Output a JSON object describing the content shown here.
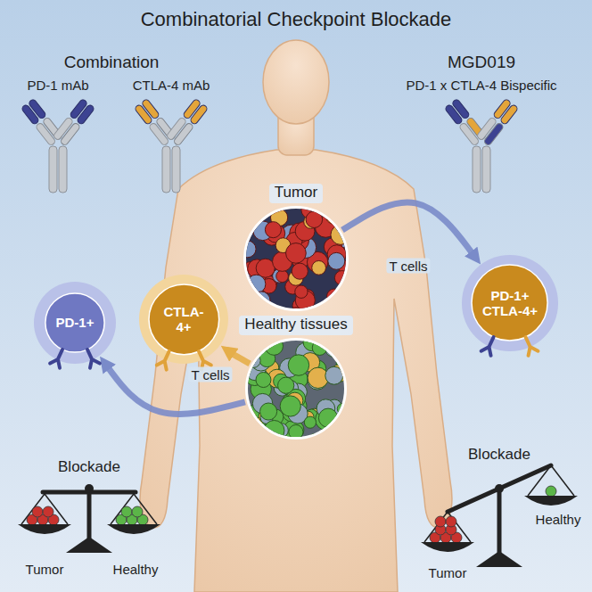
{
  "diagram": {
    "title": "Combinatorial Checkpoint Blockade",
    "nodes": [
      {
        "text": [
          "Tumor"
        ]
      },
      {
        "text": [
          "Healthy tissues"
        ]
      },
      {
        "text": [
          "PD-1+"
        ]
      },
      {
        "text": [
          "CTLA-4+"
        ]
      },
      {
        "text": [
          "PD-1+ CTLA-4+"
        ]
      }
    ],
    "edges": [
      {
        "from": 0,
        "to": 4,
        "label": "T cells",
        "arrow": "to"
      },
      {
        "from": 1,
        "to": 2,
        "arrow": "to"
      },
      {
        "from": 1,
        "to": 3,
        "label": "T cells",
        "arrow": "to"
      }
    ],
    "labels": [
      "Combination",
      "PD-1 mAb",
      "CTLA-4 mAb",
      "MGD019",
      "PD-1 x CTLA-4 Bispecific",
      "Blockade",
      "Tumor",
      "Healthy",
      "Blockade",
      "Tumor",
      "Healthy"
    ]
  }
}
